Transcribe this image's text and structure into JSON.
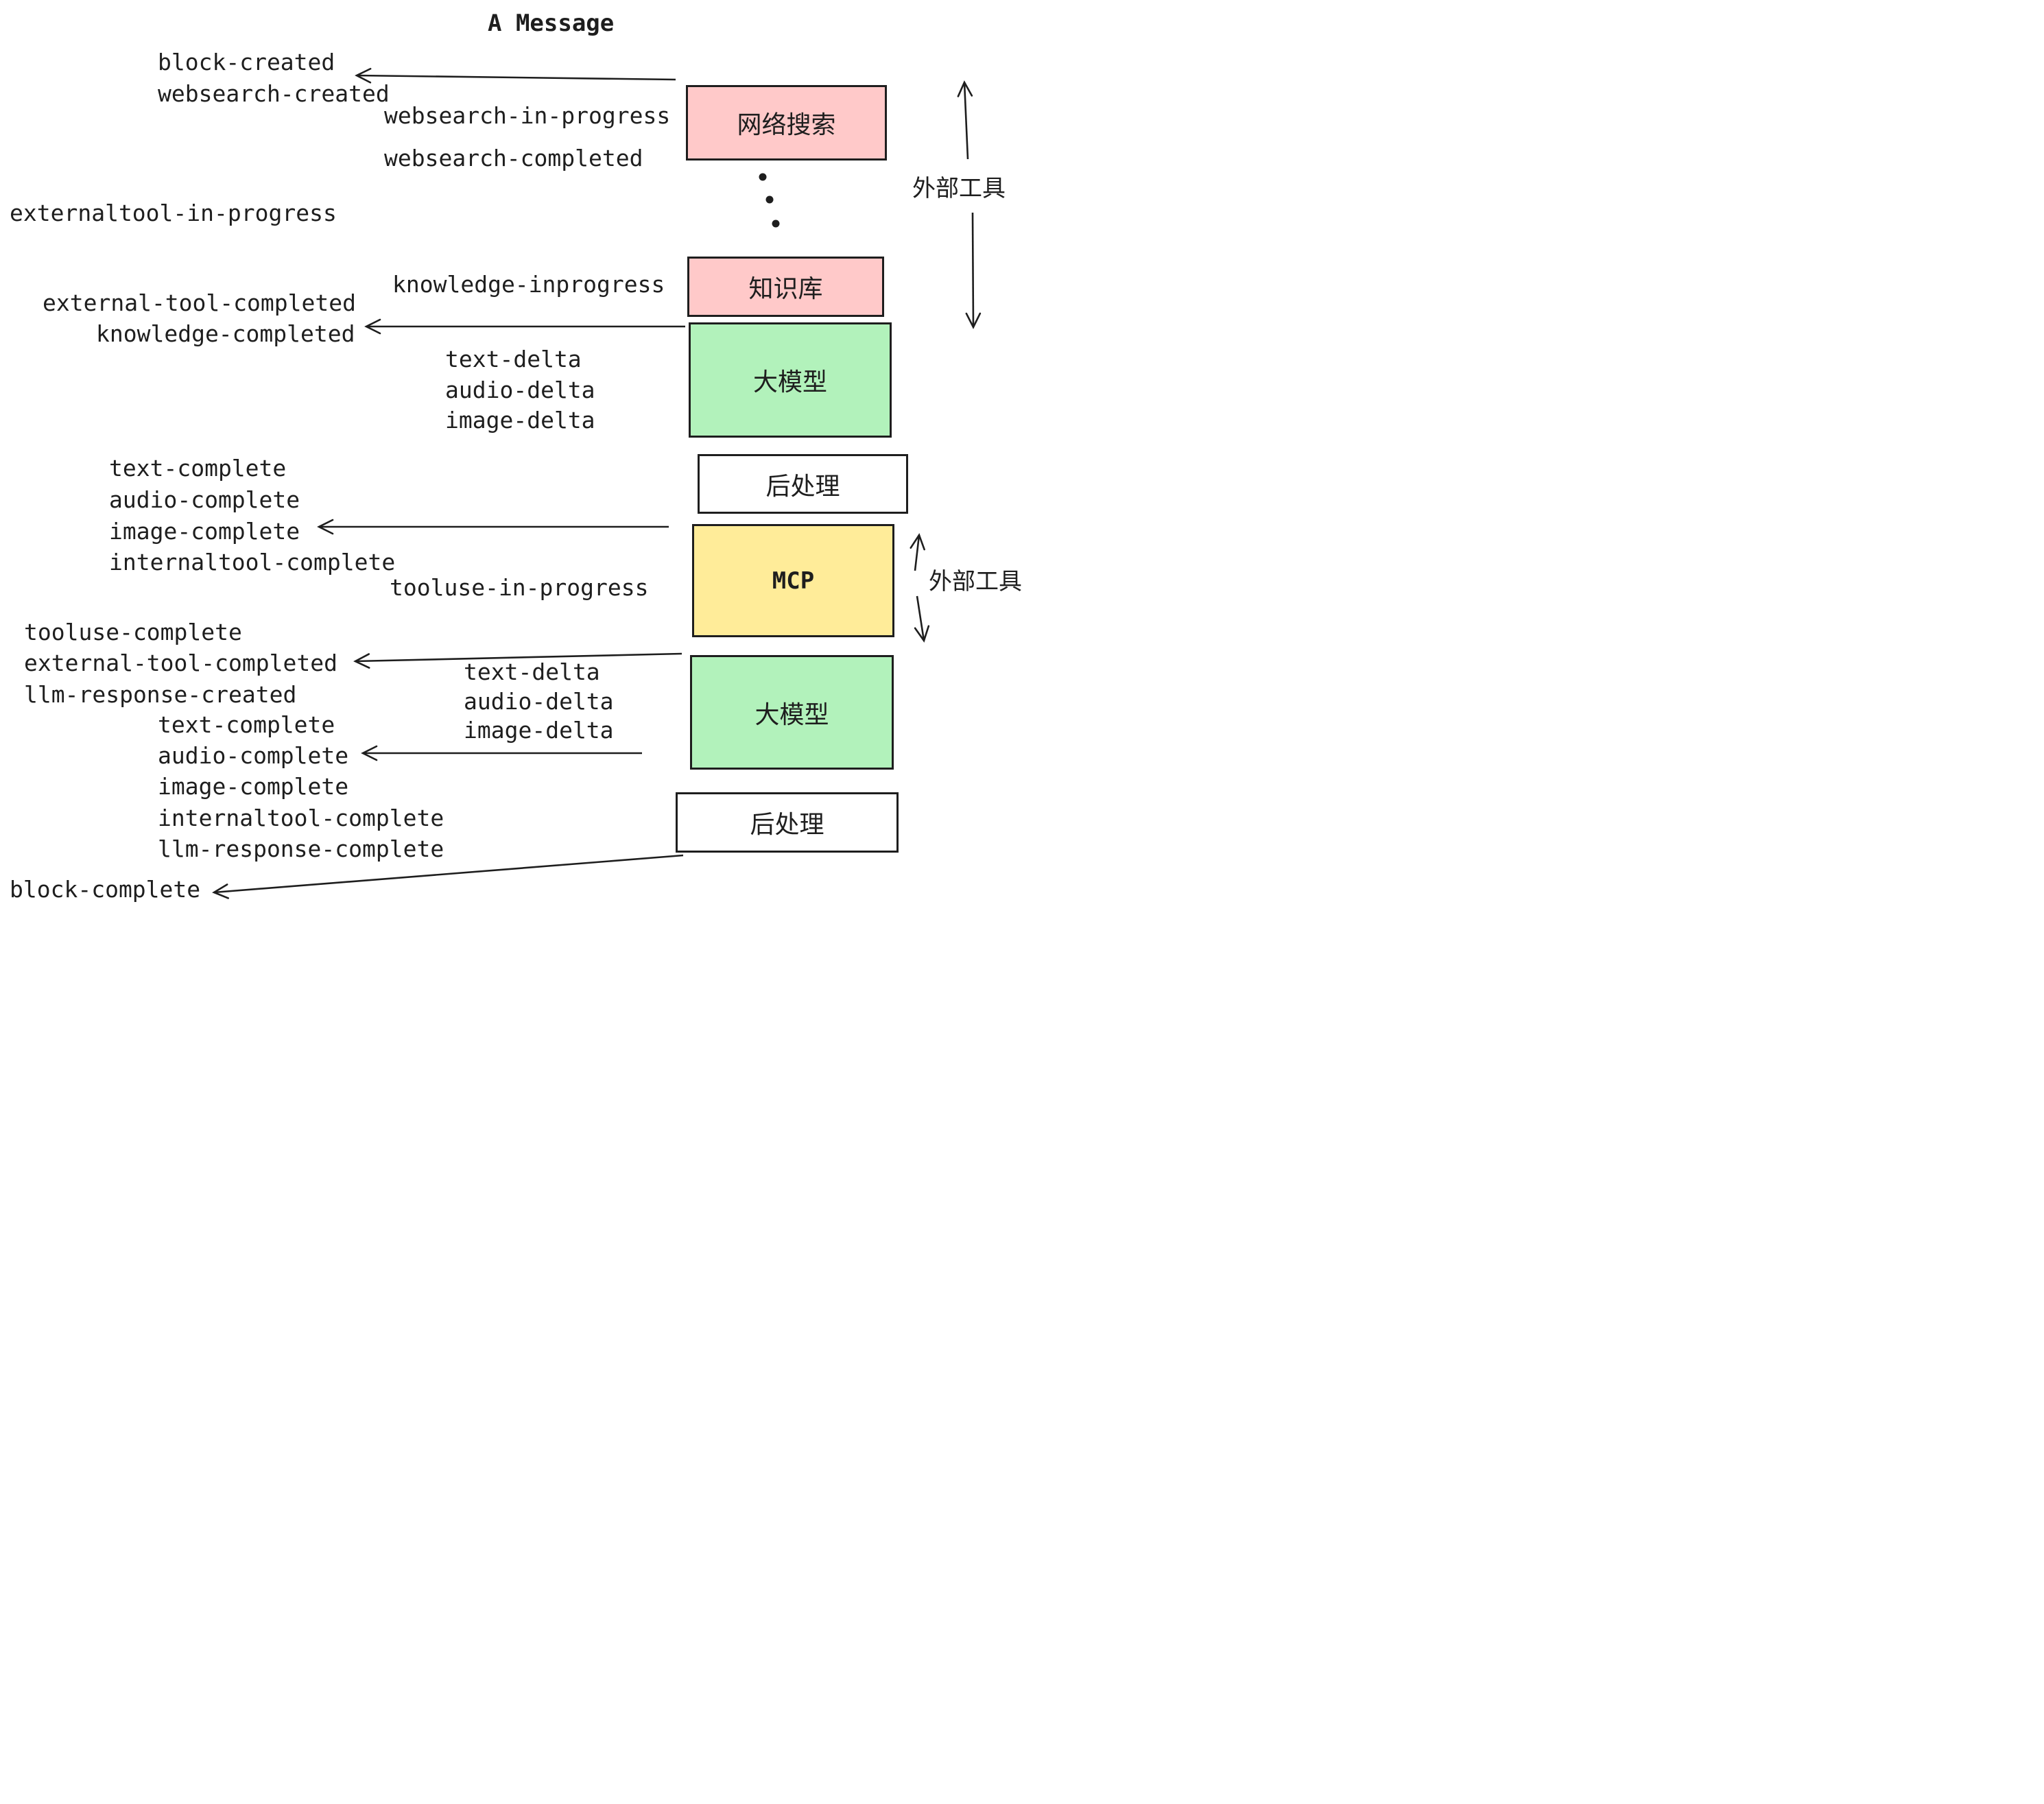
{
  "title": "A Message",
  "events": {
    "block_created": "block-created",
    "websearch_created": "websearch-created",
    "websearch_in_progress": "websearch-in-progress",
    "websearch_completed": "websearch-completed",
    "externaltool_in_progress": "externaltool-in-progress",
    "knowledge_inprogress": "knowledge-inprogress",
    "external_tool_completed": "external-tool-completed",
    "knowledge_completed": "knowledge-completed",
    "text_delta": "text-delta",
    "audio_delta": "audio-delta",
    "image_delta": "image-delta",
    "text_complete": "text-complete",
    "audio_complete": "audio-complete",
    "image_complete": "image-complete",
    "internaltool_complete": "internaltool-complete",
    "tooluse_in_progress": "tooluse-in-progress",
    "tooluse_complete": "tooluse-complete",
    "external_tool_completed_2": "external-tool-completed",
    "llm_response_created": "llm-response-created",
    "text_delta_2": "text-delta",
    "audio_delta_2": "audio-delta",
    "image_delta_2": "image-delta",
    "text_complete_2": "text-complete",
    "audio_complete_2": "audio-complete",
    "image_complete_2": "image-complete",
    "internaltool_complete_2": "internaltool-complete",
    "llm_response_complete": "llm-response-complete",
    "block_complete": "block-complete"
  },
  "boxes": {
    "websearch": {
      "label": "网络搜索",
      "fill": "#ffc9c9"
    },
    "knowledge": {
      "label": "知识库",
      "fill": "#ffc9c9"
    },
    "llm1": {
      "label": "大模型",
      "fill": "#b2f2bb"
    },
    "post1": {
      "label": "后处理",
      "fill": "#ffffff"
    },
    "mcp": {
      "label": "MCP",
      "fill": "#ffec99"
    },
    "llm2": {
      "label": "大模型",
      "fill": "#b2f2bb"
    },
    "post2": {
      "label": "后处理",
      "fill": "#ffffff"
    }
  },
  "side_labels": {
    "external_tools_top": "外部工具",
    "external_tools_mcp": "外部工具"
  },
  "colors": {
    "ink": "#1e1e1e",
    "pink": "#ffc9c9",
    "green": "#b2f2bb",
    "yellow": "#ffec99",
    "white": "#ffffff"
  }
}
